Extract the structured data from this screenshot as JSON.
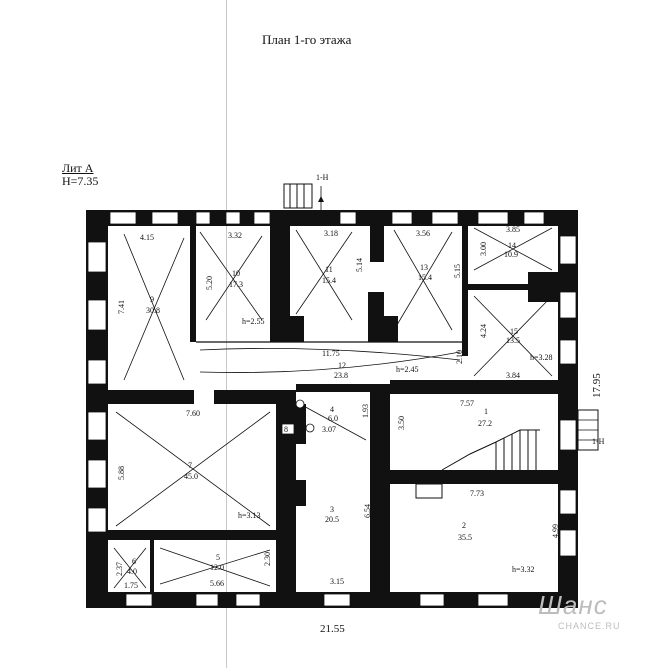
{
  "title": "План 1-го этажа",
  "lit": {
    "name": "Лит А",
    "height": "H=7.35"
  },
  "section_mark_top": "1-Н",
  "section_mark_right": "1-Н",
  "overall": {
    "width": "21.55",
    "depth": "17.95"
  },
  "rooms": [
    {
      "id": "r9",
      "num": "9",
      "area": "30.8"
    },
    {
      "id": "r10",
      "num": "10",
      "area": "17.3"
    },
    {
      "id": "r11",
      "num": "11",
      "area": "15.4"
    },
    {
      "id": "r13",
      "num": "13",
      "area": "15.4"
    },
    {
      "id": "r14",
      "num": "14",
      "area": "10.9"
    },
    {
      "id": "r15",
      "num": "15",
      "area": "13.5"
    },
    {
      "id": "r12",
      "num": "12",
      "area": "23.8"
    },
    {
      "id": "r7",
      "num": "7",
      "area": "45.0"
    },
    {
      "id": "r4",
      "num": "4",
      "area": "6.0"
    },
    {
      "id": "r1",
      "num": "1",
      "area": "27.2"
    },
    {
      "id": "r3",
      "num": "3",
      "area": "20.5"
    },
    {
      "id": "r2",
      "num": "2",
      "area": "35.5"
    },
    {
      "id": "r5",
      "num": "5",
      "area": "12.0"
    },
    {
      "id": "r6",
      "num": "6",
      "area": "4.0"
    },
    {
      "id": "r8",
      "num": "8",
      "area": ""
    }
  ],
  "dims": {
    "d415": "4.15",
    "d332": "3.32",
    "d318": "3.18",
    "d356": "3.56",
    "d385": "3.85",
    "d741": "7.41",
    "d520": "5.20",
    "d514": "5.14",
    "d515": "5.15",
    "d300": "3.00",
    "d424": "4.24",
    "d1175": "11.75",
    "d210": "2.10",
    "d384": "3.84",
    "d760": "7.60",
    "d757": "7.57",
    "d193": "1.93",
    "d307": "3.07",
    "d350": "3.50",
    "d588": "5.88",
    "d773": "7.73",
    "d654": "6.54",
    "d499": "4.99",
    "d230": "2.30",
    "d566": "5.66",
    "d315": "3.15",
    "d175": "1.75",
    "d237": "2.37"
  },
  "heights": {
    "h10": "h=2.55",
    "h15": "h=3.28",
    "h12": "h=2.45",
    "h7": "h=3.13",
    "h2": "h=3.32"
  },
  "watermark": {
    "logo": "Шанс",
    "site": "CHANCE.RU"
  }
}
